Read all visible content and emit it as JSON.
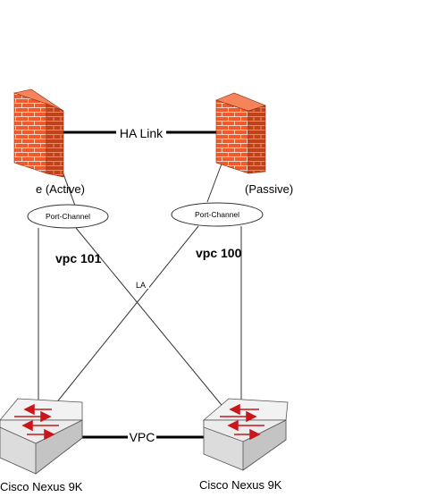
{
  "links": {
    "ha_link": "HA Link",
    "vpc_link": "VPC"
  },
  "firewalls": {
    "left_label": "e (Active)",
    "right_label": "(Passive)"
  },
  "port_channels": {
    "left": "Port-Channel",
    "right": "Port-Channel"
  },
  "vpcs": {
    "left": "vpc 101",
    "right": "vpc 100"
  },
  "center_label": "LA",
  "switches": {
    "left_label": "Cisco Nexus 9K",
    "right_label": "Cisco Nexus 9K"
  },
  "colors": {
    "firewall_face": "#f15a2b",
    "firewall_side": "#c0421b",
    "switch_body": "#e6e6e6",
    "switch_arrow": "#c8161d"
  }
}
